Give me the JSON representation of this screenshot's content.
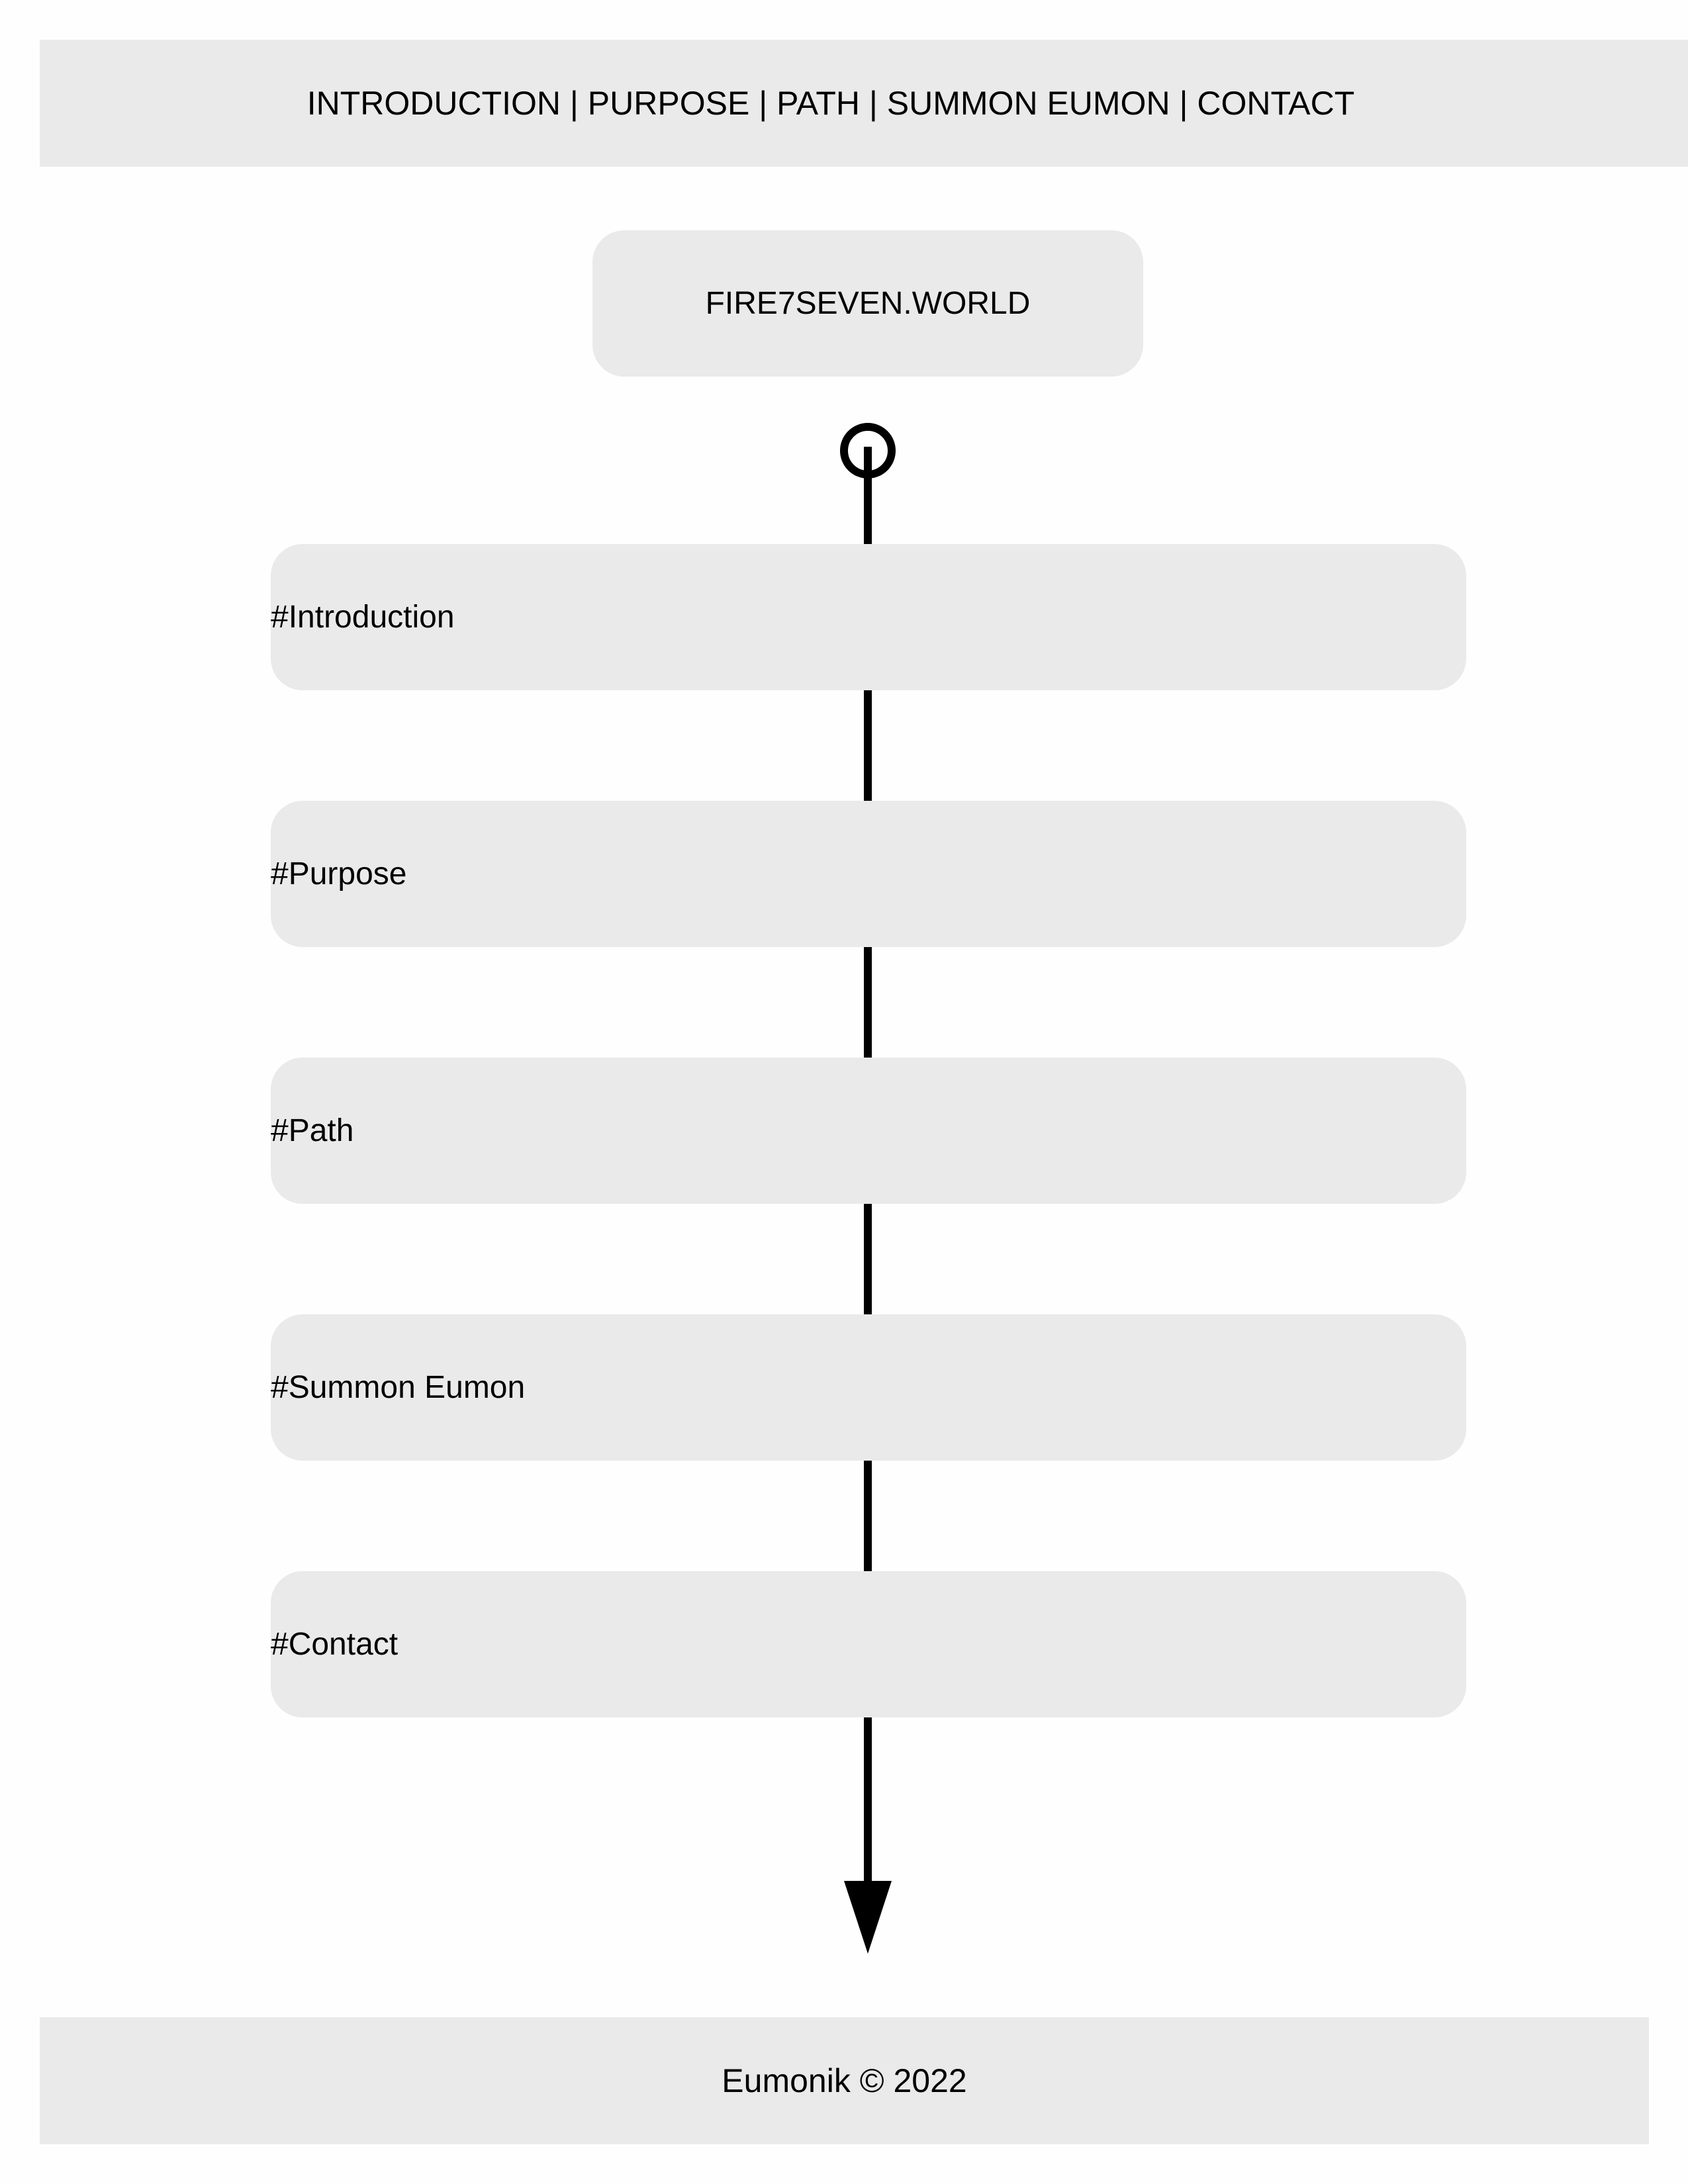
{
  "nav": {
    "items": [
      {
        "label": "INTRODUCTION"
      },
      {
        "label": "PURPOSE"
      },
      {
        "label": "PATH"
      },
      {
        "label": "SUMMON EUMON"
      },
      {
        "label": "CONTACT"
      }
    ],
    "separator": " | "
  },
  "brand": {
    "title": "FIRE7SEVEN.WORLD"
  },
  "flow": {
    "start_icon": "circle-start-icon",
    "end_icon": "arrow-down-icon",
    "sections": [
      {
        "label": "#Introduction"
      },
      {
        "label": "#Purpose"
      },
      {
        "label": "#Path"
      },
      {
        "label": "#Summon Eumon"
      },
      {
        "label": "#Contact"
      }
    ]
  },
  "footer": {
    "text": "Eumonik © 2022"
  },
  "colors": {
    "panel": "#eaeaea",
    "background": "#fefefe",
    "line": "#000000"
  }
}
